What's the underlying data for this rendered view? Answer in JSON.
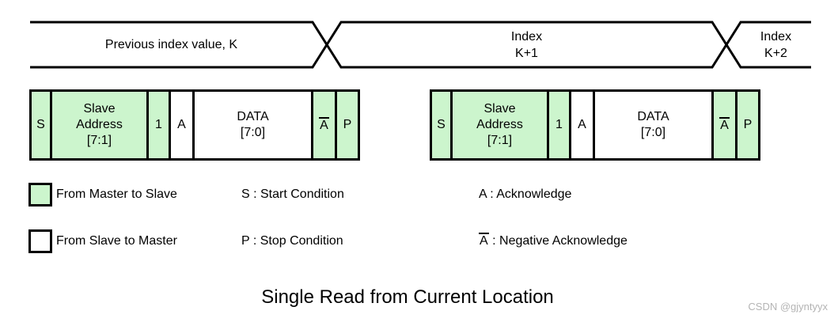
{
  "bus": {
    "segments": [
      {
        "label": "Previous index value, K"
      },
      {
        "label": "Index\nK+1"
      },
      {
        "label": "Index\nK+2"
      }
    ]
  },
  "packets": [
    {
      "cells": [
        {
          "type": "s",
          "label": "S",
          "fill": "master",
          "overline": false
        },
        {
          "type": "addr",
          "label": "Slave\nAddress\n[7:1]",
          "fill": "master",
          "overline": false
        },
        {
          "type": "one",
          "label": "1",
          "fill": "master",
          "overline": false
        },
        {
          "type": "a",
          "label": "A",
          "fill": "slave",
          "overline": false
        },
        {
          "type": "data",
          "label": "DATA\n[7:0]",
          "fill": "slave",
          "overline": false
        },
        {
          "type": "na",
          "label": "A",
          "fill": "master",
          "overline": true
        },
        {
          "type": "p",
          "label": "P",
          "fill": "master",
          "overline": false
        }
      ]
    },
    {
      "cells": [
        {
          "type": "s",
          "label": "S",
          "fill": "master",
          "overline": false
        },
        {
          "type": "addr",
          "label": "Slave\nAddress\n[7:1]",
          "fill": "master",
          "overline": false
        },
        {
          "type": "one",
          "label": "1",
          "fill": "master",
          "overline": false
        },
        {
          "type": "a",
          "label": "A",
          "fill": "slave",
          "overline": false
        },
        {
          "type": "data",
          "label": "DATA\n[7:0]",
          "fill": "slave",
          "overline": false
        },
        {
          "type": "na",
          "label": "A",
          "fill": "master",
          "overline": true
        },
        {
          "type": "p",
          "label": "P",
          "fill": "master",
          "overline": false
        }
      ]
    }
  ],
  "legend": {
    "master_label": "From Master to Slave",
    "slave_label": "From Slave to Master",
    "start_condition": "S : Start Condition",
    "stop_condition": "P : Stop Condition",
    "ack": "A : Acknowledge",
    "nack_symbol": "A",
    "nack_text": " : Negative Acknowledge"
  },
  "title": "Single Read from Current Location",
  "watermark": "CSDN @gjyntyyx",
  "colors": {
    "master_fill": "#ccf5cd",
    "slave_fill": "#ffffff",
    "line": "#000000"
  }
}
